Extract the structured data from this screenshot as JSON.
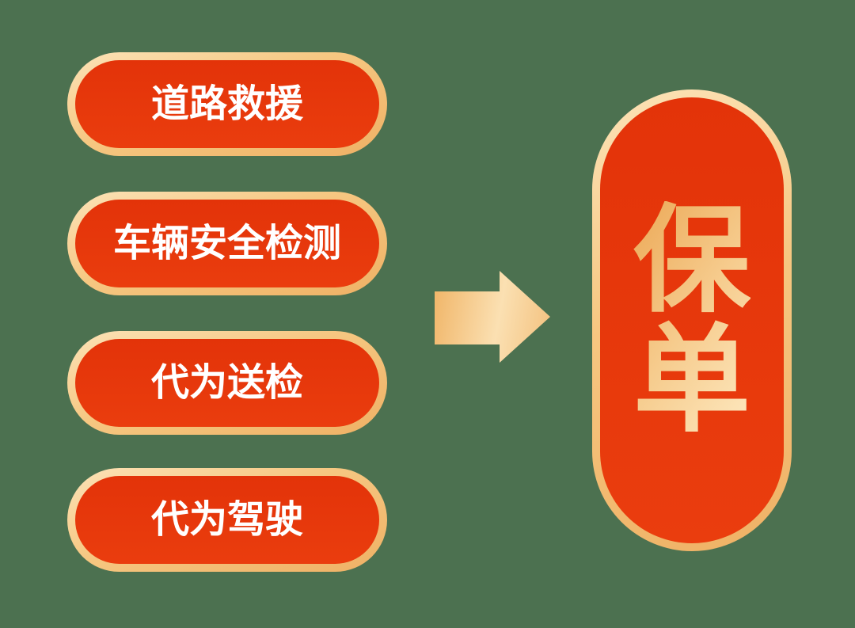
{
  "canvas": {
    "background": "#4c7150"
  },
  "colors": {
    "pill_red_top": "#e33309",
    "pill_red_bottom": "#ea3d0e",
    "gold_border_light": "#fce3b8",
    "gold_border_dark": "#efb165",
    "gold_text_dark": "#edac5c",
    "gold_text_light": "#fde7bd",
    "white_text": "#ffffff"
  },
  "icons": {
    "arrow": "arrow-right-icon"
  },
  "service_pills": [
    {
      "label": "道路救援"
    },
    {
      "label": "车辆安全检测"
    },
    {
      "label": "代为送检"
    },
    {
      "label": "代为驾驶"
    }
  ],
  "result_pill": {
    "label": "保单",
    "label_multiline": "保\n单"
  }
}
